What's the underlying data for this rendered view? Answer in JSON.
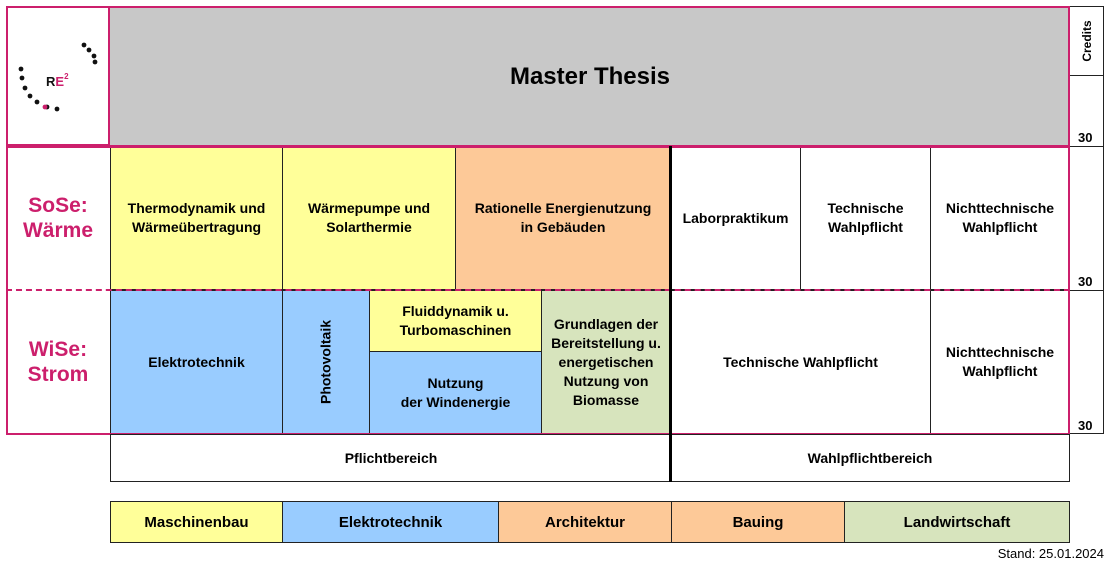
{
  "header": {
    "title": "Master Thesis",
    "credits_label": "Credits"
  },
  "logo": {
    "text": "RE",
    "superscript": "2"
  },
  "semesters": {
    "sose": "SoSe:\nWärme",
    "wise": "WiSe:\nStrom"
  },
  "credits": [
    "30",
    "30",
    "30"
  ],
  "sose_modules": {
    "thermo": "Thermodynamik und\nWärmeübertragung",
    "waermepumpe": "Wärmepumpe und\nSolarthermie",
    "rationelle": "Rationelle Energienutzung\nin Gebäuden",
    "labor": "Laborpraktikum",
    "tech_wahl": "Technische\nWahlpflicht",
    "nichttech_wahl": "Nichttechnische\nWahlpflicht"
  },
  "wise_modules": {
    "elektro": "Elektrotechnik",
    "photovoltaik": "Photovoltaik",
    "fluid": "Fluiddynamik u.\nTurbomaschinen",
    "wind": "Nutzung\nder Windenergie",
    "biomasse": "Grundlagen der\nBereitstellung u.\nenergetischen\nNutzung von\nBiomasse",
    "tech_wahl": "Technische Wahlpflicht",
    "nichttech_wahl": "Nichttechnische\nWahlpflicht"
  },
  "areas": {
    "pflicht": "Pflichtbereich",
    "wahlpflicht": "Wahlpflichtbereich"
  },
  "legend": [
    "Maschinenbau",
    "Elektrotechnik",
    "Architektur",
    "Bauing",
    "Landwirtschaft"
  ],
  "footer": {
    "stand": "Stand: 25.01.2024"
  },
  "colors": {
    "accent": "#cc1f6c",
    "maschinenbau": "#ffff99",
    "elektrotechnik": "#99ccff",
    "architektur": "#fdc998",
    "bauing": "#fdc998",
    "landwirtschaft": "#d7e4bd",
    "thesis": "#c8c8c8"
  }
}
